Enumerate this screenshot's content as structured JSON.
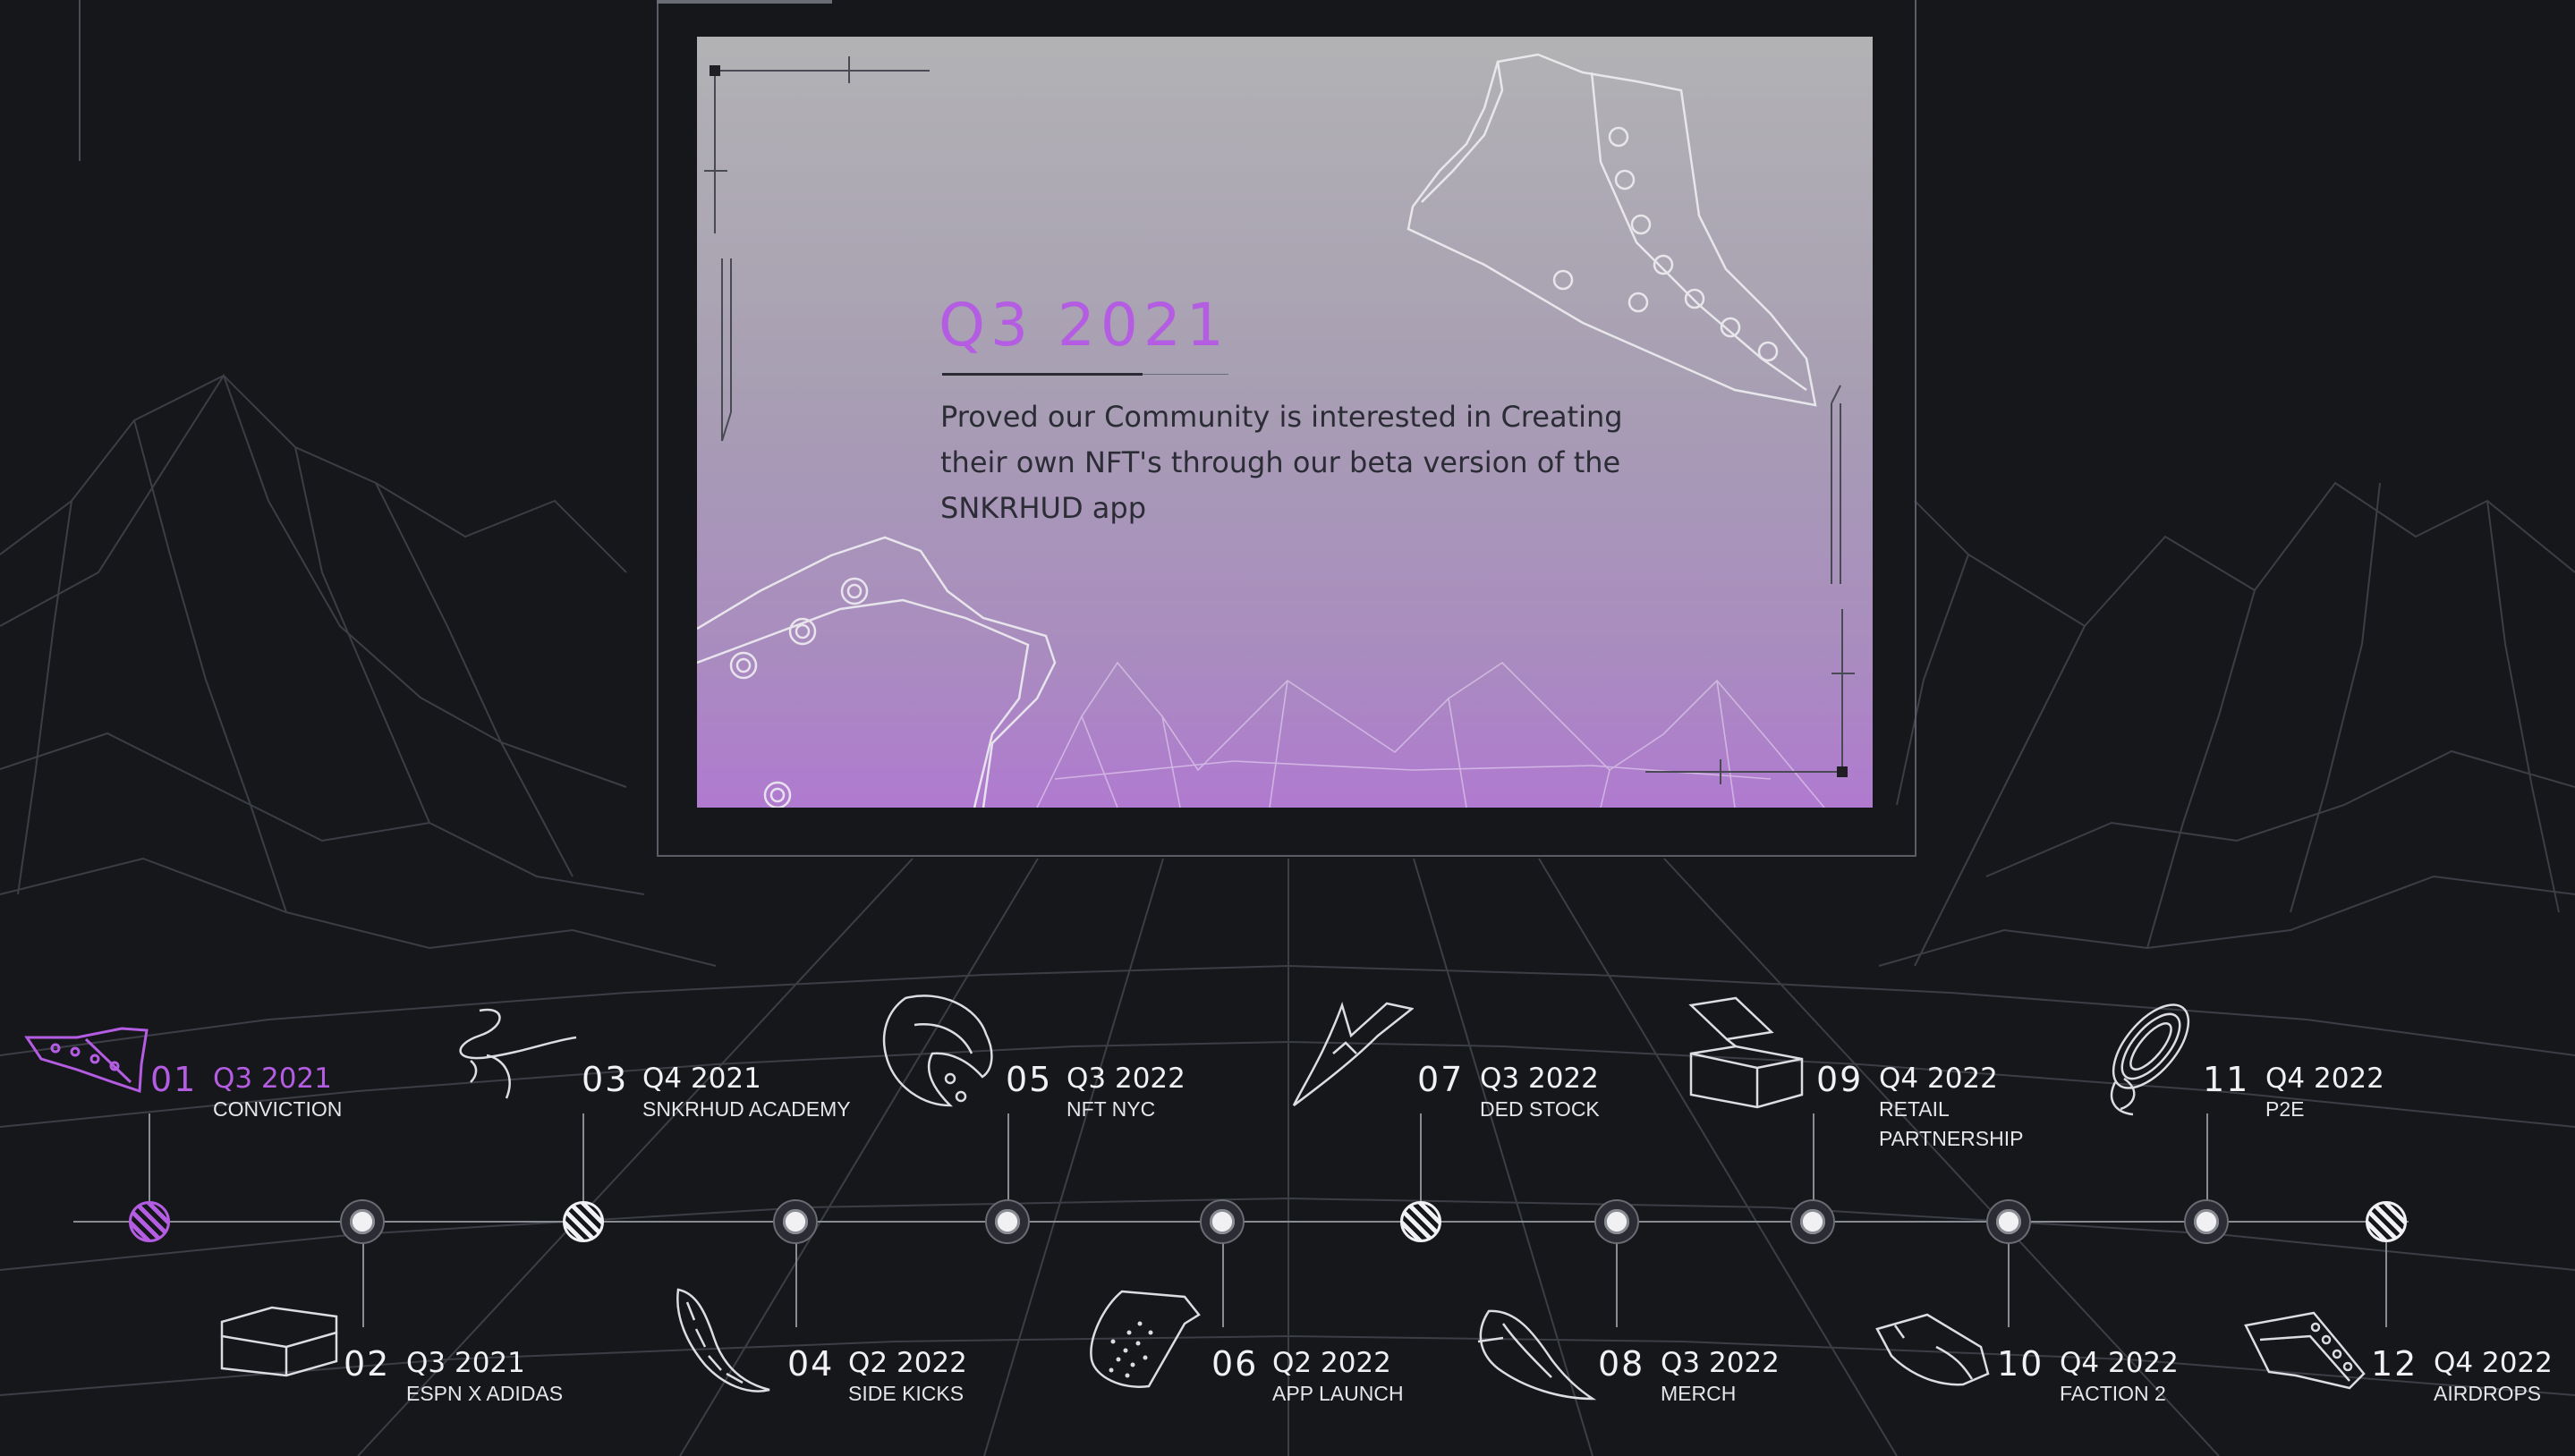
{
  "featured": {
    "title": "Q3 2021",
    "description": "Proved our Community is interested in Creating their own NFT's through our beta version of the SNKRHUD app"
  },
  "milestones": [
    {
      "num": "01",
      "date": "Q3 2021",
      "name": "CONVICTION",
      "icon": "sneaker-icon",
      "active": true
    },
    {
      "num": "02",
      "date": "Q3 2021",
      "name": "ESPN x ADIDAS",
      "icon": "shoebox-icon"
    },
    {
      "num": "03",
      "date": "Q4 2021",
      "name": "SNKRHUD ACADEMY",
      "icon": "shoelace-icon"
    },
    {
      "num": "04",
      "date": "Q2 2022",
      "name": "SIDE KICKS",
      "icon": "outsole-icon"
    },
    {
      "num": "05",
      "date": "Q3 2022",
      "name": "NFT NYC",
      "icon": "heel-counter-icon"
    },
    {
      "num": "06",
      "date": "Q2 2022",
      "name": "APP LAUNCH",
      "icon": "toe-cap-icon"
    },
    {
      "num": "07",
      "date": "Q3 2022",
      "name": "DED STOCK",
      "icon": "swoosh-panel-icon"
    },
    {
      "num": "08",
      "date": "Q3 2022",
      "name": "MERCH",
      "icon": "shoe-panel-icon"
    },
    {
      "num": "09",
      "date": "Q4 2022",
      "name": "RETAIL PARTNERSHIP",
      "icon": "open-box-icon"
    },
    {
      "num": "10",
      "date": "Q4 2022",
      "name": "FACTION 2",
      "icon": "heel-tab-icon"
    },
    {
      "num": "11",
      "date": "Q4 2022",
      "name": "P2E",
      "icon": "lace-coil-icon"
    },
    {
      "num": "12",
      "date": "Q4 2022",
      "name": "AIRDROPS",
      "icon": "eyestay-icon"
    }
  ],
  "colors": {
    "accent": "#b45de2",
    "background": "#16171b",
    "text": "#f1f1f3"
  }
}
